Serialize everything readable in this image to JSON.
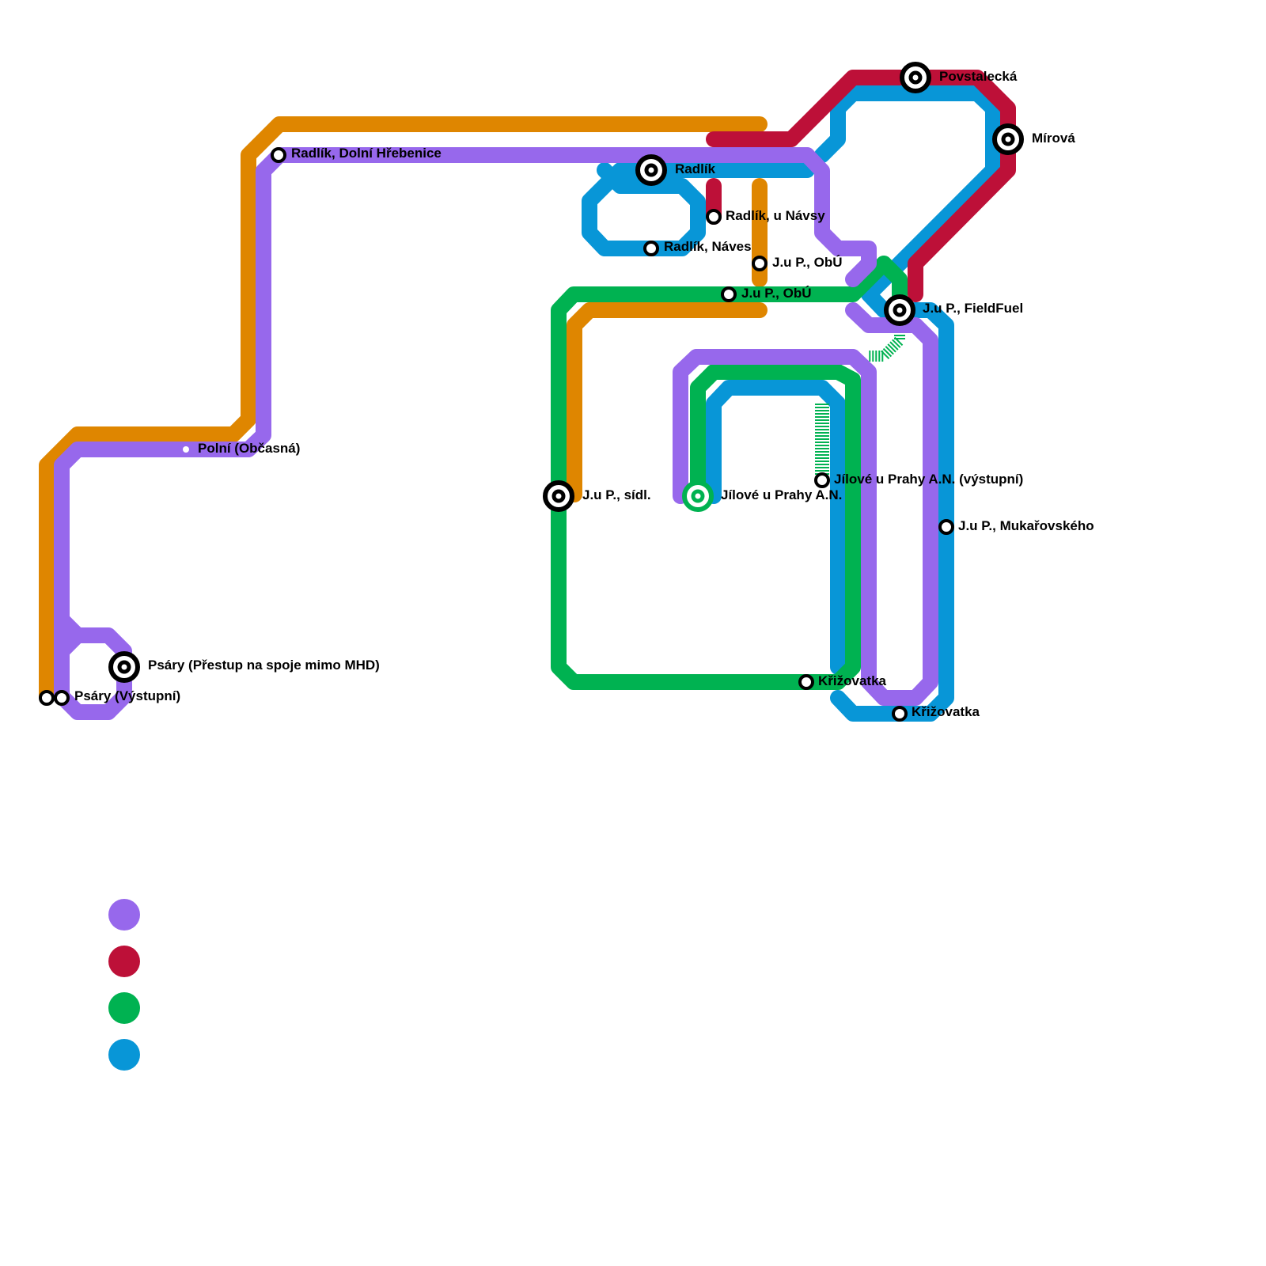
{
  "colors": {
    "orange": "#DF8600",
    "purple": "#9768EC",
    "red": "#BD1038",
    "green": "#00B251",
    "blue": "#0896D7"
  },
  "legend": [
    {
      "line": "purple",
      "color": "#9768EC"
    },
    {
      "line": "red",
      "color": "#BD1038"
    },
    {
      "line": "green",
      "color": "#00B251"
    },
    {
      "line": "blue",
      "color": "#0896D7"
    }
  ],
  "stations": {
    "povstalecka": "Povstalecká",
    "mirova": "Mírová",
    "radlik_dolni": "Radlík, Dolní Hřebenice",
    "radlik": "Radlík",
    "radlik_u_navsy": "Radlík, u Návsy",
    "radlik_naves": "Radlík, Náves",
    "jup_obu_1": "J.u P., ObÚ",
    "jup_obu_2": "J.u P., ObÚ",
    "jup_fieldfuel": "J.u P., FieldFuel",
    "polni": "Polní (Občasná)",
    "jup_sidl": "J.u P., sídl.",
    "jilove_an": "Jílové u Prahy A.N.",
    "jilove_an_vystupni": "Jílové u Prahy A.N. (výstupní)",
    "jup_mukarovskeho": "J.u P., Mukařovského",
    "psary_prestup": "Psáry (Přestup na spoje mimo MHD)",
    "psary_vystupni": "Psáry (Výstupní)",
    "krizovatka_1": "Křižovatka",
    "krizovatka_2": "Křižovatka"
  }
}
